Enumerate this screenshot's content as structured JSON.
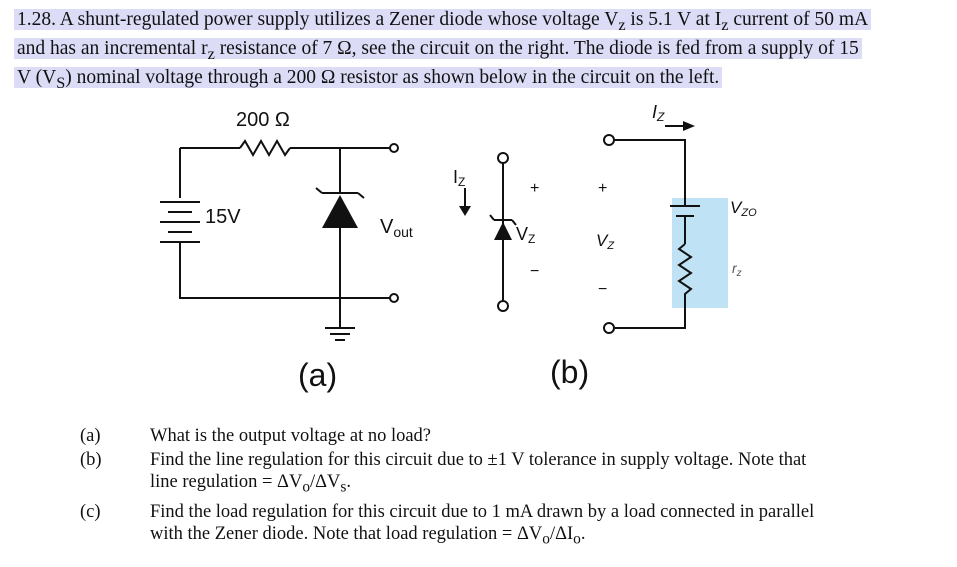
{
  "problem": {
    "line1": "1.28. A shunt-regulated power supply utilizes a Zener diode whose voltage V",
    "line1_sub": "z",
    "line1b": " is 5.1 V at I",
    "line1b_sub": "z",
    "line1c": " current of 50 mA",
    "line2": "and has an incremental r",
    "line2_sub": "z",
    "line2b": " resistance of 7 Ω, see the circuit on the right. The diode is fed from a supply of 15",
    "line3": "V (V",
    "line3_sub": "S",
    "line3b": ") nominal voltage through a 200 Ω resistor as shown below in the circuit on the left."
  },
  "figure": {
    "resistor_label": "200 Ω",
    "battery_label": "15V",
    "vout_label": "V",
    "vout_sub": "out",
    "iz_top_label": "I",
    "iz_top_sub": "Z",
    "iz_mid_label": "I",
    "iz_mid_sub": "Z",
    "vz_mid_label": "V",
    "vz_mid_sub": "Z",
    "vz_right_label": "V",
    "vz_right_sub": "Z",
    "vzo_label": "V",
    "vzo_sub": "ZO",
    "rz_label": "r",
    "rz_sub": "z",
    "plus1": "+",
    "minus1": "−",
    "plus2": "+",
    "minus2": "−",
    "caption_a": "(a)",
    "caption_b": "(b)",
    "colors": {
      "highlight": "#dcdcf7",
      "zener_box": "#bfe3f4"
    }
  },
  "questions": [
    {
      "label": "(a)",
      "text": "What is the output voltage at no load?"
    },
    {
      "label": "(b)",
      "text": "Find the line regulation for this circuit due to ±1 V tolerance in supply voltage. Note that",
      "text2": "line regulation = ΔV",
      "text2_sub1": "o",
      "text2b": "/ΔV",
      "text2_sub2": "s",
      "text2c": "."
    },
    {
      "label": "(c)",
      "text": "Find the load regulation for this circuit due to 1 mA drawn by a load connected in parallel",
      "text2": "with the Zener diode. Note that load regulation = ΔV",
      "text2_sub1": "o",
      "text2b": "/ΔI",
      "text2_sub2": "o",
      "text2c": "."
    }
  ]
}
